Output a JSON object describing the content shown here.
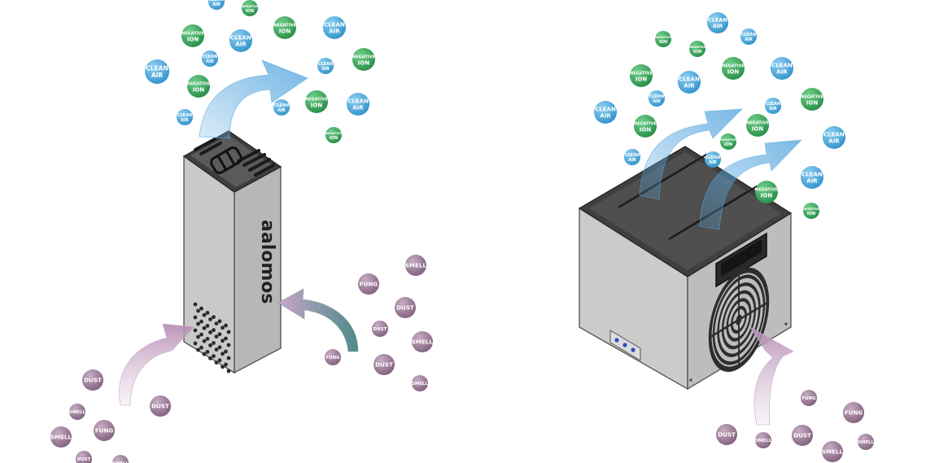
{
  "labels": {
    "clean_l1": "CLEAN",
    "clean_l2": "AIR",
    "ion_l1": "NEGATIVE",
    "ion_l2": "ION",
    "dust": "DUST",
    "smell": "SMELL",
    "fung": "FUNG"
  },
  "brand": {
    "logo_text": "aalomos"
  },
  "colors": {
    "clean_air_bubble": "#3a9fd4",
    "negative_ion_bubble": "#2e9a52",
    "pollutant_bubble": "#8c6a86",
    "outflow_arrow": "#5aa8df",
    "inflow_arrow": "#c9a6c9",
    "device_body": "#c8c8c8",
    "device_top": "#4a4a4a"
  }
}
